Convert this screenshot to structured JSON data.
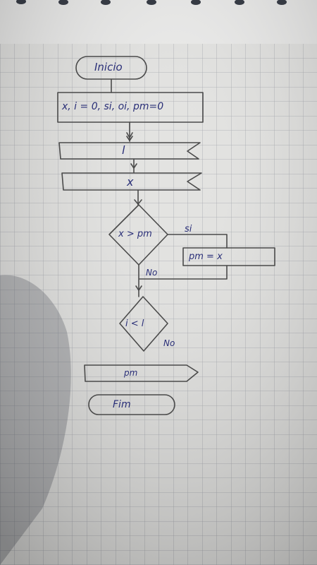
{
  "flowchart": {
    "start": "Inicio",
    "init": "x, i = 0, si, oi, pm=0",
    "read_l": "l",
    "read_x": "x",
    "decision_1": "x > pm",
    "yes_1": "si",
    "assign": "pm = x",
    "no_1": "No",
    "decision_2": "i < l",
    "no_2": "No",
    "output": "pm",
    "end": "Fim"
  },
  "colors": {
    "ink_shape": "#4a4a4a",
    "ink_text": "#2a2f78",
    "paper": "#e3e3e1",
    "grid": "#a4a6ad"
  }
}
